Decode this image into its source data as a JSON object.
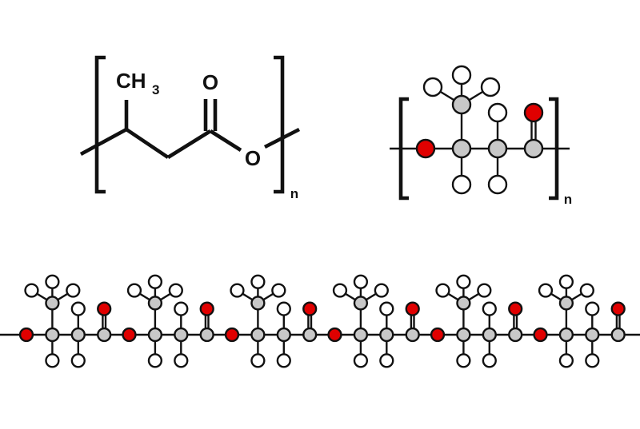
{
  "colors": {
    "carbon": "#c8c8c8",
    "hydrogen": "#ffffff",
    "oxygen": "#e00000",
    "bond": "#111111"
  },
  "skeletal_formula": {
    "methyl_group": "CH",
    "methyl_subscript": "3",
    "carbonyl_oxygen": "O",
    "ester_oxygen": "O",
    "repeat_subscript": "n"
  },
  "ball_and_stick_monomer": {
    "repeat_subscript": "n"
  },
  "polymer_chain": {
    "repeat_units_shown": 6
  }
}
